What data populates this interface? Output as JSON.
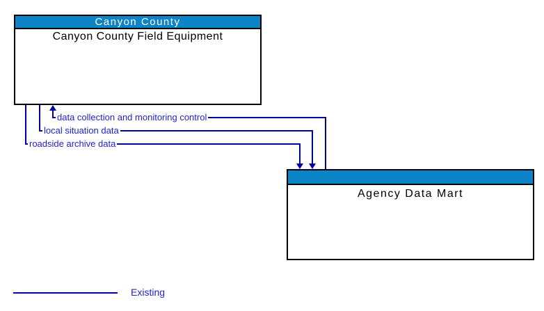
{
  "diagram": {
    "type": "architecture-interconnect-diagram",
    "background_color": "#ffffff",
    "entities": [
      {
        "group": "Canyon County",
        "name": "Canyon County Field Equipment",
        "header_color": "#0e84c8",
        "header_text_color": "#ffffff"
      },
      {
        "group": "",
        "name": "Agency Data Mart",
        "header_color": "#0e84c8",
        "header_text_color": "#ffffff"
      }
    ],
    "flows": [
      {
        "label": "data collection and monitoring control",
        "from": "Agency Data Mart",
        "to": "Canyon County Field Equipment",
        "status": "Existing"
      },
      {
        "label": "local situation data",
        "from": "Canyon County Field Equipment",
        "to": "Agency Data Mart",
        "status": "Existing"
      },
      {
        "label": "roadside archive data",
        "from": "Canyon County Field Equipment",
        "to": "Agency Data Mart",
        "status": "Existing"
      }
    ],
    "legend": {
      "label": "Existing",
      "line_color": "#00009c",
      "text_color": "#2222cc"
    },
    "colors": {
      "flow_line": "#0000a0",
      "flow_text": "#2222cc",
      "header_blue": "#0e84c8",
      "box_border": "#000000"
    }
  }
}
